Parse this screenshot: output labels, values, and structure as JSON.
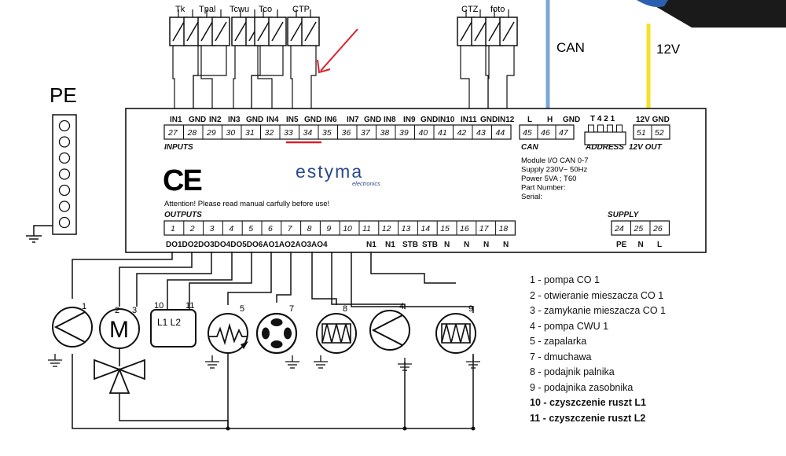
{
  "sensors": [
    "Tk",
    "Tpal",
    "Tcwu",
    "Tco",
    "CTP",
    "CTZ",
    "foto"
  ],
  "pe_label": "PE",
  "bus": {
    "can": "CAN",
    "v12": "12V"
  },
  "input_labels": [
    "IN1",
    "GND",
    "IN2",
    "IN3",
    "GND",
    "IN4",
    "IN5",
    "GND",
    "IN6",
    "IN7",
    "GND",
    "IN8",
    "IN9",
    "GNDIN10",
    "IN11",
    "GNDIN12",
    "L",
    "H",
    "GND",
    "12V GND"
  ],
  "input_numbers": [
    "27",
    "28",
    "29",
    "30",
    "31",
    "32",
    "33",
    "34",
    "35",
    "36",
    "37",
    "38",
    "39",
    "40",
    "41",
    "42",
    "43",
    "44",
    "45",
    "46",
    "47",
    "51",
    "52"
  ],
  "section_inputs": "INPUTS",
  "section_can": "CAN",
  "section_address": "ADDRESS",
  "section_12vout": "12V OUT",
  "address_label": "T 4 2 1",
  "ce_mark": "CE",
  "brand": {
    "name": "estyma",
    "sub": "electronics"
  },
  "module_info": [
    "Module I/O CAN 0-7",
    "Supply 230V~ 50Hz",
    "Power 5VA ; T60",
    "Part Number:",
    "Serial:"
  ],
  "attention": "Attention! Please read manual carfully before use!",
  "section_outputs": "OUTPUTS",
  "output_numbers": [
    "1",
    "2",
    "3",
    "4",
    "5",
    "6",
    "7",
    "8",
    "9",
    "10",
    "11",
    "12",
    "13",
    "14",
    "15",
    "16",
    "17",
    "18"
  ],
  "output_labels": [
    "DO1DO2DO3DO4DO5DO6AO1AO2AO3AO4",
    "N1",
    "N1",
    "STB",
    "STB",
    "N",
    "N",
    "N",
    "N"
  ],
  "section_supply": "SUPPLY",
  "supply_numbers": [
    "24",
    "25",
    "26"
  ],
  "supply_labels": [
    "PE",
    "N",
    "L"
  ],
  "device_numbers": [
    "1",
    "2",
    "3",
    "10",
    "11",
    "5",
    "7",
    "8",
    "4",
    "9"
  ],
  "relay_label": "L1  L2",
  "legend": [
    {
      "text": "1 - pompa CO 1",
      "bold": false
    },
    {
      "text": "2 - otwieranie mieszacza CO 1",
      "bold": false
    },
    {
      "text": "3 - zamykanie mieszacza CO 1",
      "bold": false
    },
    {
      "text": "4 - pompa CWU 1",
      "bold": false
    },
    {
      "text": "5 - zapalarka",
      "bold": false
    },
    {
      "text": "7 - dmuchawa",
      "bold": false
    },
    {
      "text": "8 - podajnik palnika",
      "bold": false
    },
    {
      "text": "9 - podajnika zasobnika",
      "bold": false
    },
    {
      "text": "10 - czyszczenie ruszt L1",
      "bold": true
    },
    {
      "text": "11 - czyszczenie ruszt L2",
      "bold": true
    }
  ],
  "colors": {
    "can_wire": "#7aa7d9",
    "v12_wire": "#f2e22a",
    "arrow": "#d8202c",
    "underline": "#d8202c",
    "brand": "#2a4a8a"
  }
}
